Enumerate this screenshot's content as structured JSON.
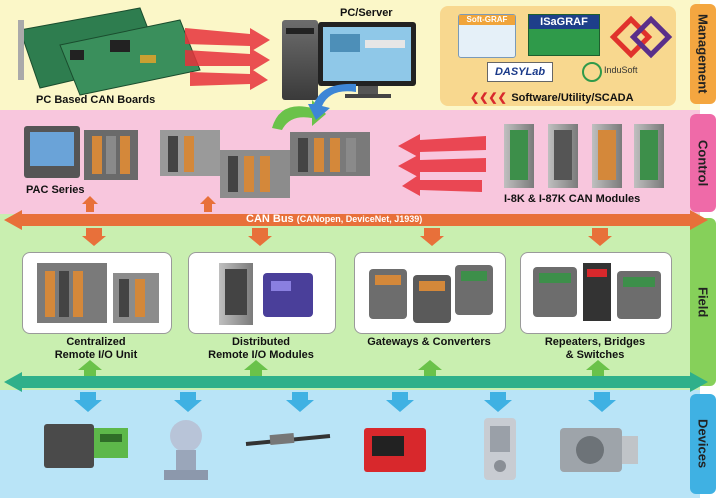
{
  "layers": {
    "management": "Management",
    "control": "Control",
    "field": "Field",
    "devices": "Devices"
  },
  "management": {
    "pc_boards_label": "PC Based CAN Boards",
    "pc_server_label": "PC/Server",
    "software": {
      "soft_graf": "Soft-GRAF",
      "isagraf": "ISaGRAF",
      "dasylab": "DASYLab",
      "indusoft": "InduSoft",
      "caption": "Software/Utility/SCADA"
    }
  },
  "control": {
    "pac_label": "PAC Series",
    "modules_label": "I-8K & I-87K CAN Modules"
  },
  "can_bus": {
    "title": "CAN Bus",
    "protocols": "(CANopen, DeviceNet, J1939)"
  },
  "field": {
    "cards": [
      {
        "line1": "Centralized",
        "line2": "Remote I/O Unit",
        "line3": ""
      },
      {
        "line1": "Distributed",
        "line2": "Remote I/O Modules",
        "line3": ""
      },
      {
        "line1": "Gateways & Converters",
        "line2": "",
        "line3": ""
      },
      {
        "line1": "Repeaters, Bridges",
        "line2": "& Switches",
        "line3": ""
      }
    ]
  },
  "colors": {
    "management_band": "#fbf7c8",
    "control_band": "#f8c6dd",
    "field_band": "#c9efb0",
    "devices_band": "#b9e4f7",
    "can_bus_arrow": "#e8703a",
    "field_bus_arrow": "#2fb08a",
    "label_management": "#f4a640",
    "label_control": "#ef6aa8",
    "label_field": "#86d05a",
    "label_devices": "#3fb1e3"
  }
}
